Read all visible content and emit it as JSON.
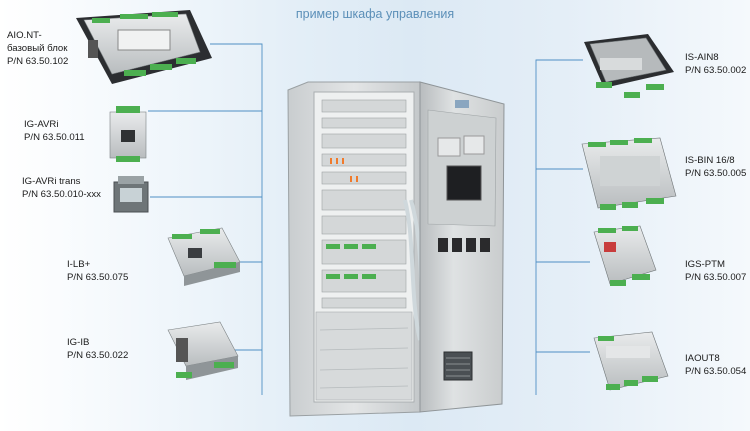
{
  "title": "пример шкафа управления",
  "left_devices": [
    {
      "id": "aio",
      "lines": [
        "AIO.NT-",
        "базовый блок",
        "P/N 63.50.102"
      ]
    },
    {
      "id": "avri",
      "lines": [
        "IG-AVRi",
        "P/N 63.50.011"
      ]
    },
    {
      "id": "avri-trans",
      "lines": [
        "IG-AVRi trans",
        "P/N 63.50.010-xxx"
      ]
    },
    {
      "id": "ilb",
      "lines": [
        "I-LB+",
        "P/N 63.50.075"
      ]
    },
    {
      "id": "igib",
      "lines": [
        "IG-IB",
        "P/N 63.50.022"
      ]
    }
  ],
  "right_devices": [
    {
      "id": "isain",
      "lines": [
        "IS-AIN8",
        "P/N 63.50.002"
      ]
    },
    {
      "id": "isbin",
      "lines": [
        "IS-BIN 16/8",
        "P/N 63.50.005"
      ]
    },
    {
      "id": "igsptm",
      "lines": [
        "IGS-PTM",
        "P/N 63.50.007"
      ]
    },
    {
      "id": "iaout",
      "lines": [
        "IAOUT8",
        "P/N 63.50.054"
      ]
    }
  ],
  "colors": {
    "accent": "#5b8fb8",
    "line": "#4f8fc4",
    "terminal": "#4caf50",
    "cabinet": "#d9dcdd"
  }
}
